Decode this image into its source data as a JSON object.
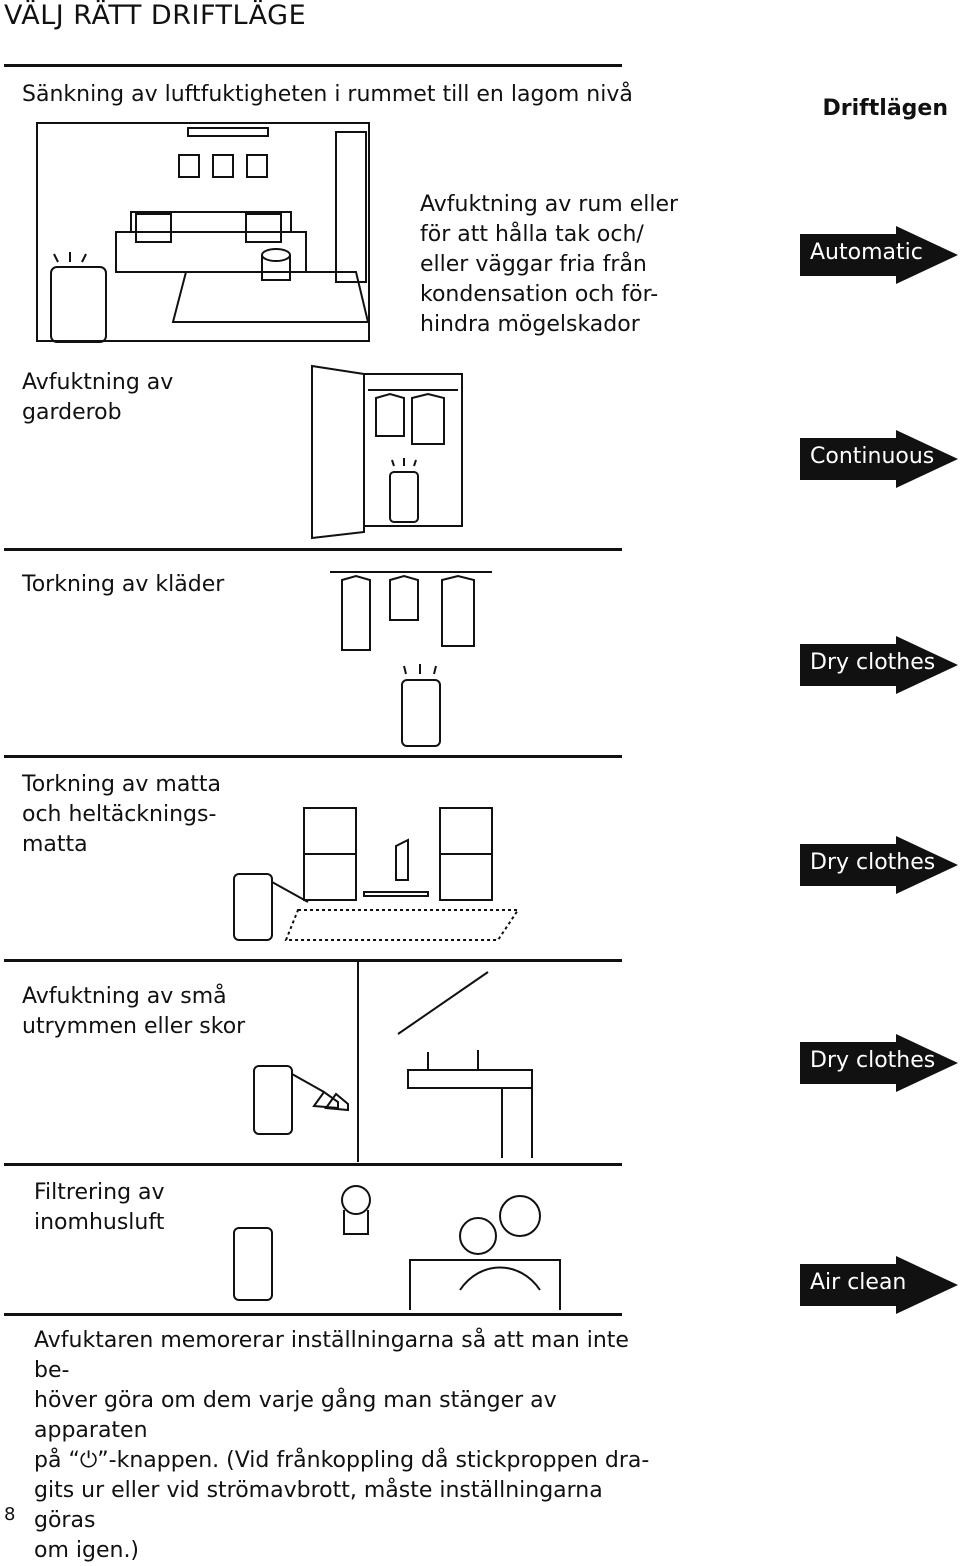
{
  "page_title": "VÄLJ RÄTT DRIFTLÄGE",
  "modes_heading": "Driftlägen",
  "sections": [
    {
      "label": "Sänkning av luftfuktigheten i rummet till en lagom nivå",
      "description": "Avfuktning av rum eller\nför att hålla tak och/\neller väggar fria från\nkondensation och för-\nhindra mögelskador",
      "mode": "Automatic"
    },
    {
      "label": "Avfuktning av\ngarderob",
      "mode": "Continuous"
    },
    {
      "label": "Torkning av kläder",
      "mode": "Dry clothes"
    },
    {
      "label": "Torkning av matta\noch heltäcknings-\nmatta",
      "mode": "Dry clothes"
    },
    {
      "label": "Avfuktning av små\nutrymmen eller skor",
      "mode": "Dry clothes"
    },
    {
      "label": "Filtrering av\ninomhusluft",
      "mode": "Air clean"
    }
  ],
  "footer_note": "Avfuktaren memorerar inställningarna så att man inte be-\nhöver göra om dem varje gång man stänger av apparaten\npå “⏻”-knappen. (Vid frånkoppling då stickproppen dra-\ngits ur eller vid strömavbrott, måste inställningarna göras\nom igen.)",
  "page_number": "8",
  "colors": {
    "arrow": "#111111",
    "text": "#111111"
  }
}
